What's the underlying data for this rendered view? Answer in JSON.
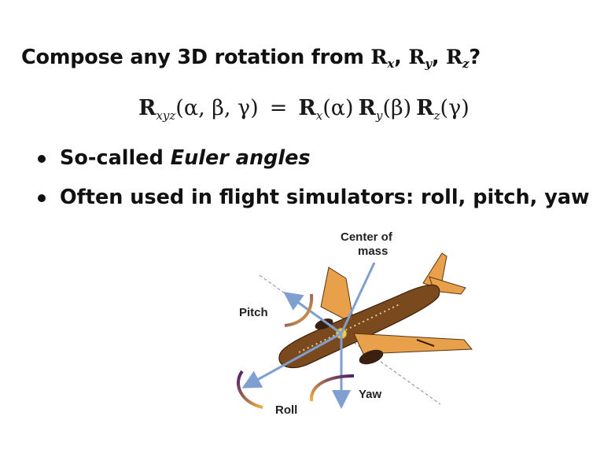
{
  "title": {
    "prefix": "Compose any 3D rotation from ",
    "R1": "R",
    "R1_sub": "x",
    "sep1": ", ",
    "R2": "R",
    "R2_sub": "y",
    "sep2": ", ",
    "R3": "R",
    "R3_sub": "z",
    "suffix": "?"
  },
  "equation": {
    "lhs_R": "R",
    "lhs_sub": "xyz",
    "lhs_args": "(α, β, γ)",
    "eq": "=",
    "t1_R": "R",
    "t1_sub": "x",
    "t1_args": "(α)",
    "t2_R": "R",
    "t2_sub": "y",
    "t2_args": "(β)",
    "t3_R": "R",
    "t3_sub": "z",
    "t3_args": "(γ)"
  },
  "bullets": [
    {
      "before": "So-called ",
      "emph": "Euler angles"
    },
    {
      "text": "Often used in flight simulators: roll, pitch, yaw"
    }
  ],
  "figure": {
    "labels": {
      "center_of_mass_line1": "Center of",
      "center_of_mass_line2": "mass",
      "pitch": "Pitch",
      "roll": "Roll",
      "yaw": "Yaw"
    },
    "colors": {
      "fuselage": "#7a4a1e",
      "wing": "#e8a14a",
      "arrow": "#7f9fd0",
      "arc_dark": "#4a1f6b",
      "arc_light": "#f0b040",
      "center": "#f2c84a"
    }
  }
}
